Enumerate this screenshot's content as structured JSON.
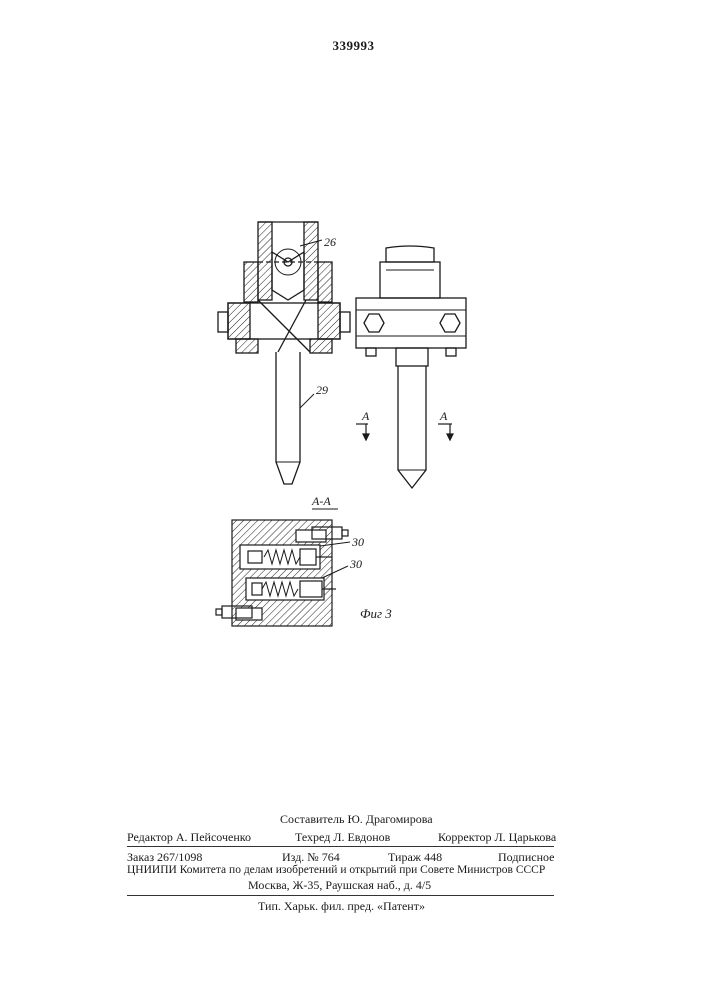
{
  "header": {
    "patent_number": "339993"
  },
  "drawing": {
    "label_26": "26",
    "label_29": "29",
    "section_arrow_left": "А",
    "section_arrow_right": "А",
    "section_title": "А-А",
    "label_30_top": "30",
    "label_30_bottom": "30",
    "figure_caption": "Фиг 3"
  },
  "colophon": {
    "compiler": "Составитель Ю. Драгомирова",
    "editor": "Редактор А. Пейсоченко",
    "techred": "Техред Л. Евдонов",
    "corrector": "Корректор Л. Царькова",
    "order": "Заказ 267/1098",
    "publication": "Изд. № 764",
    "circulation": "Тираж 448",
    "subscription": "Подписное",
    "institute": "ЦНИИПИ Комитета по делам изобретений и открытий при Совете Министров СССР",
    "address": "Москва, Ж-35, Раушская наб., д. 4/5",
    "printer": "Тип. Харьк. фил. пред. «Патент»"
  }
}
